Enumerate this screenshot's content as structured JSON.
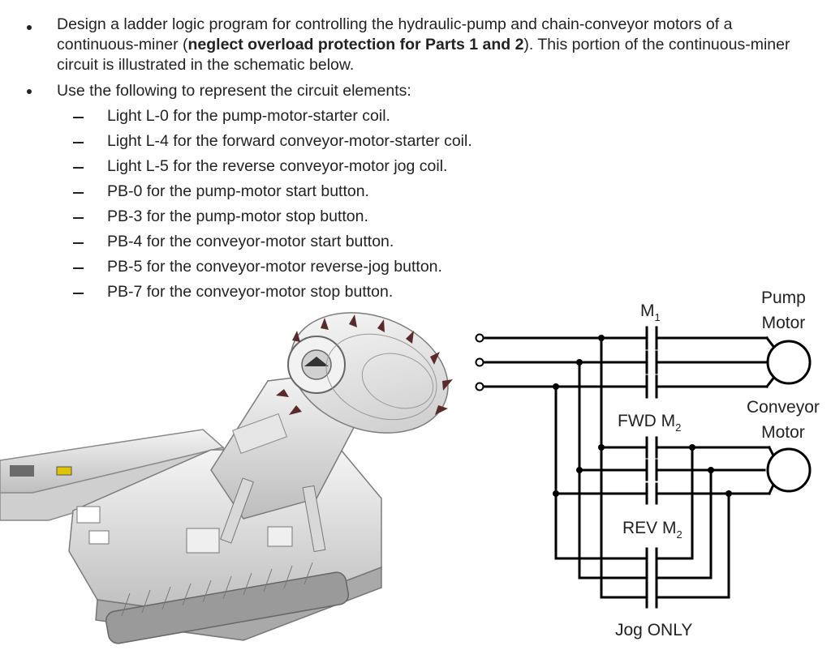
{
  "intro": {
    "p1_pre": "Design a ladder logic program for controlling the hydraulic-pump and chain-conveyor motors of a continuous-miner (",
    "p1_bold": "neglect overload protection for Parts 1 and 2",
    "p1_post": ").  This portion of the continuous-miner circuit is illustrated in the schematic below.",
    "p2": "Use the following to represent the circuit elements:"
  },
  "items": [
    "Light L-0 for the pump-motor-starter coil.",
    "Light L-4 for the forward conveyor-motor-starter coil.",
    "Light L-5 for the reverse conveyor-motor jog coil.",
    "PB-0 for the pump-motor start button.",
    "PB-3 for the pump-motor stop button.",
    "PB-4 for the conveyor-motor start button.",
    "PB-5 for the conveyor-motor reverse-jog button.",
    "PB-7 for the conveyor-motor stop button."
  ],
  "schematic": {
    "m1": "M",
    "m1_sub": "1",
    "pump_line1": "Pump",
    "pump_line2": "Motor",
    "conv_line1": "Conveyor",
    "conv_line2": "Motor",
    "fwd": "FWD M",
    "fwd_sub": "2",
    "rev": "REV M",
    "rev_sub": "2",
    "jog": "Jog ONLY"
  },
  "image": {
    "subject": "continuous-miner-machine"
  }
}
